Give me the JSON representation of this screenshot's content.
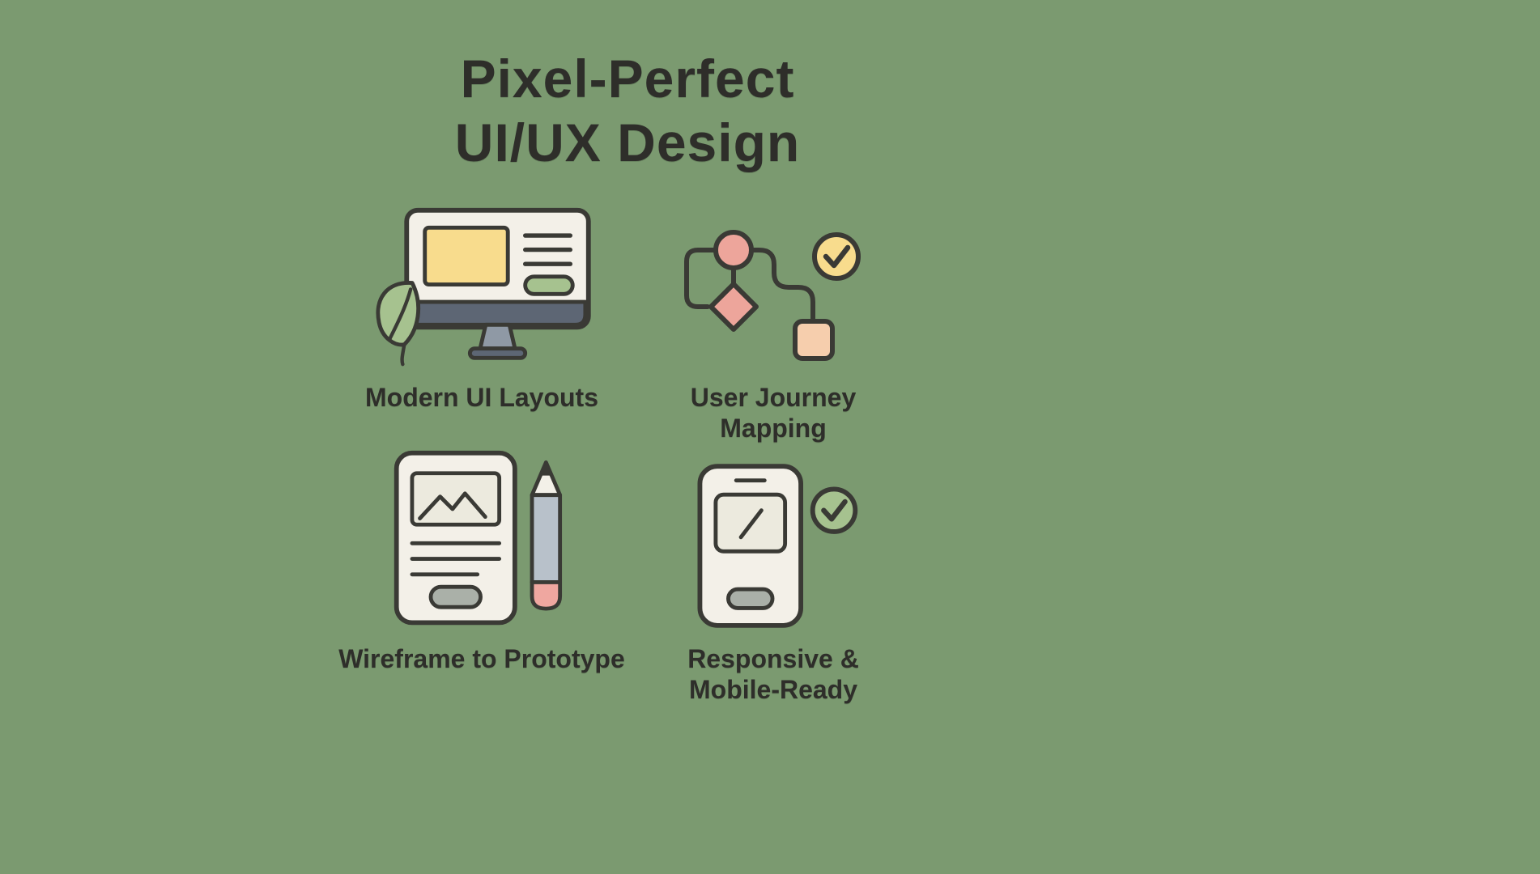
{
  "title": "Pixel-Perfect\nUI/UX Design",
  "features": [
    {
      "icon": "monitor-ui-icon",
      "label": "Modern UI Layouts"
    },
    {
      "icon": "user-journey-icon",
      "label": "User Journey\nMapping"
    },
    {
      "icon": "wireframe-pencil-icon",
      "label": "Wireframe to Prototype"
    },
    {
      "icon": "phone-check-icon",
      "label": "Responsive &\nMobile-Ready"
    }
  ],
  "colors": {
    "bg": "#7b9a70",
    "ink": "#2e2e2a",
    "stroke": "#3a3a35",
    "card": "#f3f0e8",
    "yellow": "#f8dc8d",
    "green": "#a6c28f",
    "salmon": "#eda59b",
    "peach": "#f6cead",
    "slate": "#5d6674",
    "pencil_body": "#b8c1ca",
    "eraser": "#efa7a0",
    "pill_gray": "#aab0a8",
    "placeholder": "#eceade",
    "stand": "#8f99a5"
  }
}
